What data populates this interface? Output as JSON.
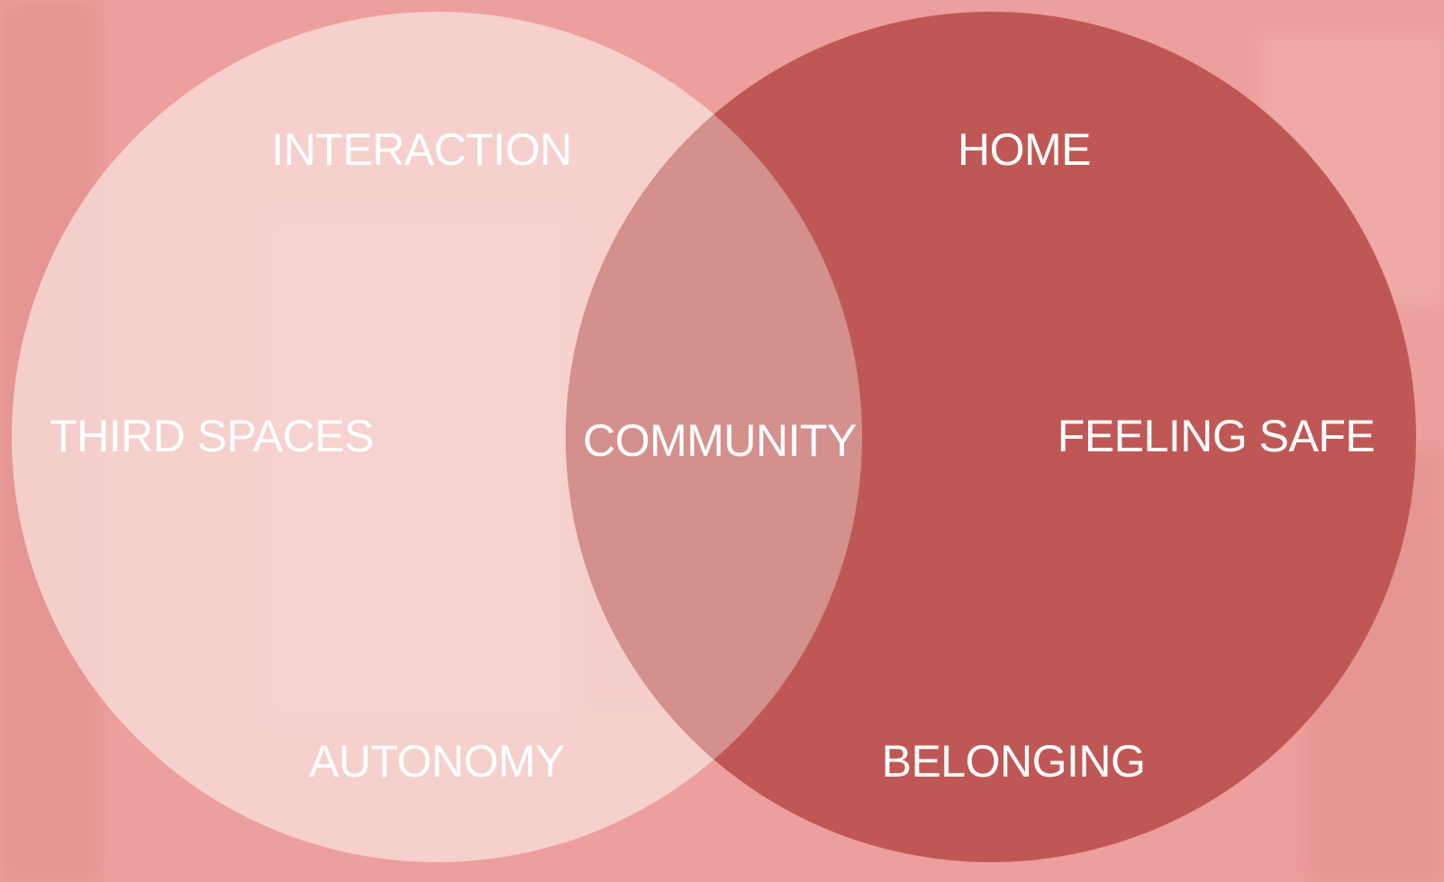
{
  "colors": {
    "background": "#ec9f9c",
    "background_shadow": "#d98482",
    "background_highlight": "#f6c3c0",
    "left_circle": "#f8dcda",
    "right_circle": "#bf5854",
    "overlap": "#d3908d",
    "label": "#ffffff"
  },
  "diagram": {
    "type": "venn",
    "left_set": {
      "labels": {
        "top": "INTERACTION",
        "middle": "THIRD SPACES",
        "bottom": "AUTONOMY"
      }
    },
    "right_set": {
      "labels": {
        "top": "HOME",
        "middle": "FEELING SAFE",
        "bottom": "BELONGING"
      }
    },
    "intersection": {
      "label": "COMMUNITY"
    }
  }
}
